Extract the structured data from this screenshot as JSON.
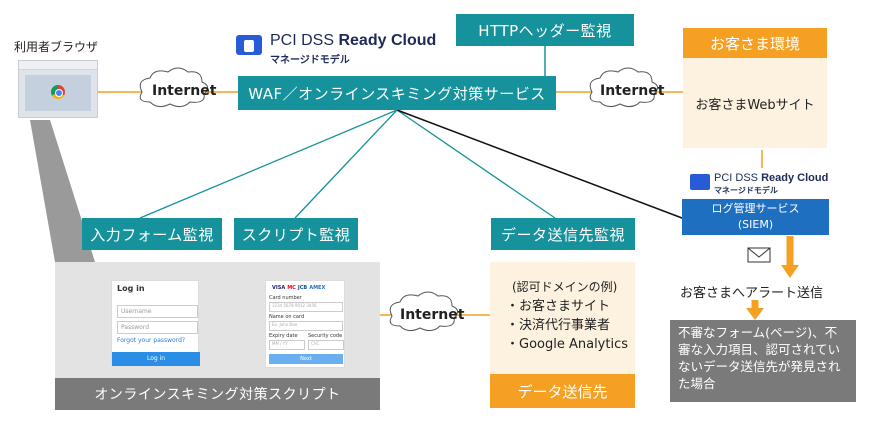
{
  "browser_label": "利用者ブラウザ",
  "logo_top": {
    "main": "PCI DSS ",
    "bold": "Ready Cloud",
    "sub": "マネージドモデル"
  },
  "logo_right": {
    "main": "PCI DSS ",
    "bold": "Ready Cloud",
    "sub": "マネージドモデル"
  },
  "http_header": "HTTPヘッダー監視",
  "waf": "WAF／オンラインスキミング対策サービス",
  "internet": [
    "Internet",
    "Internet",
    "Internet"
  ],
  "customer_env": "お客さま環境",
  "customer_site": "お客さまWebサイト",
  "siem": {
    "line1": "ログ管理サービス",
    "line2": "(SIEM)"
  },
  "alert": "お客さまへアラート送信",
  "alert_box": "不審なフォーム(ページ)、不審な入力項目、認可されていないデータ送信先が発見された場合",
  "input_form": "入力フォーム監視",
  "script_watch": "スクリプト監視",
  "data_dest_watch": "データ送信先監視",
  "script_bar": "オンラインスキミング対策スクリプト",
  "domain_box": {
    "title": "(認可ドメインの例)",
    "items": [
      "・お客さまサイト",
      "・決済代行事業者",
      "・Google Analytics"
    ]
  },
  "data_dest": "データ送信先",
  "login_form": {
    "title": "Log in",
    "username": "Username",
    "password": "Password",
    "forgot": "Forgot your password?",
    "button": "Log in"
  },
  "card_form": {
    "brands": [
      "VISA",
      "MC",
      "JCB",
      "AMEX"
    ],
    "card_number": "Card number",
    "card_number_ph": "1234 5678 9012 3456",
    "name_on_card": "Name on card",
    "name_ph": "Ex. John Doe",
    "expiry": "Expiry date",
    "expiry_ph": "MM / YY",
    "security": "Security code",
    "security_ph": "CVC",
    "button": "Next"
  },
  "colors": {
    "teal": "#15929b",
    "orange": "#f5a023",
    "gray": "#7a7a7a",
    "cream": "#fdf1df"
  }
}
